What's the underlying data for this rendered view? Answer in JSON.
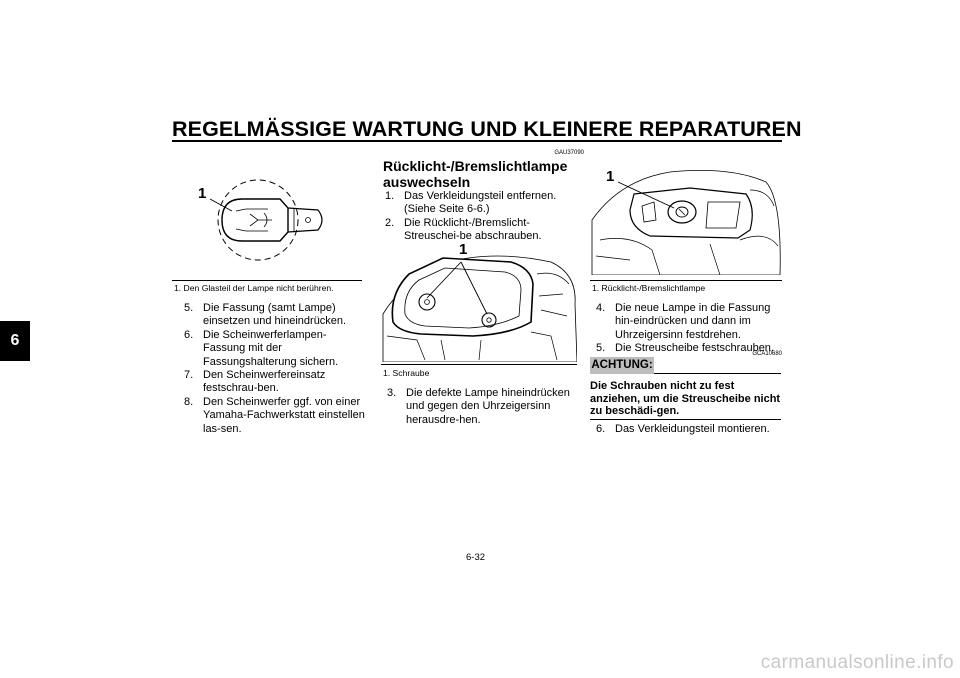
{
  "page": {
    "title": "REGELMÄSSIGE WARTUNG UND KLEINERE REPARATUREN",
    "chapter_tab": "6",
    "page_number": "6-32",
    "watermark": "carmanualsonline.info"
  },
  "left_column": {
    "figure_label": "1",
    "caption": "1.  Den Glasteil der Lampe nicht berühren.",
    "steps": [
      {
        "num": "5.",
        "text": "Die Fassung (samt Lampe) einsetzen und hineindrücken."
      },
      {
        "num": "6.",
        "text": "Die Scheinwerferlampen-Fassung mit der Fassungshalterung sichern."
      },
      {
        "num": "7.",
        "text": "Den Scheinwerfereinsatz festschrau-ben."
      },
      {
        "num": "8.",
        "text": "Den Scheinwerfer ggf. von einer Yamaha-Fachwerkstatt einstellen las-sen."
      }
    ]
  },
  "middle_column": {
    "code": "GAU37090",
    "heading": "Rücklicht-/Bremslichtlampe auswechseln",
    "steps_top": [
      {
        "num": "1.",
        "text": "Das Verkleidungsteil entfernen. (Siehe Seite 6-6.)"
      },
      {
        "num": "2.",
        "text": "Die Rücklicht-/Bremslicht-Streuschei-be abschrauben."
      }
    ],
    "figure_label": "1",
    "caption": "1.  Schraube",
    "steps_bottom": [
      {
        "num": "3.",
        "text": "Die defekte Lampe hineindrücken und gegen den Uhrzeigersinn herausdre-hen."
      }
    ]
  },
  "right_column": {
    "figure_label": "1",
    "caption": "1.  Rücklicht-/Bremslichtlampe",
    "steps_top": [
      {
        "num": "4.",
        "text": "Die neue Lampe in die Fassung hin-eindrücken und dann im Uhrzeigersinn festdrehen."
      },
      {
        "num": "5.",
        "text": "Die Streuscheibe festschrauben."
      }
    ],
    "warning_label": "ACHTUNG:",
    "warning_code": "GCA10680",
    "warning_text": "Die Schrauben nicht zu fest anziehen, um die Streuscheibe nicht zu beschädi-gen.",
    "steps_bottom": [
      {
        "num": "6.",
        "text": "Das Verkleidungsteil montieren."
      }
    ]
  }
}
